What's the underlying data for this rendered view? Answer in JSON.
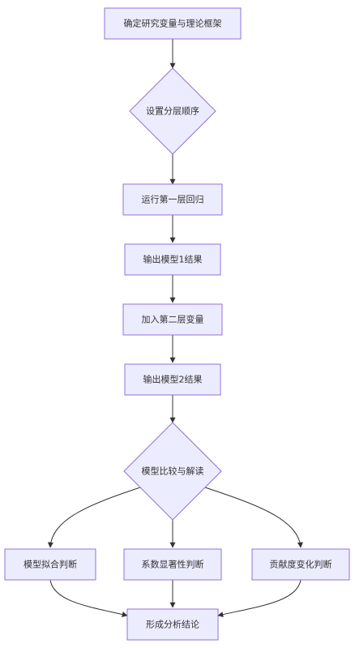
{
  "nodes": {
    "n1": "确定研究变量与理论框架",
    "n2": "设置分层顺序",
    "n3": "运行第一层回归",
    "n4": "输出模型1结果",
    "n5": "加入第二层变量",
    "n6": "输出模型2结果",
    "n7": "模型比较与解读",
    "n8": "模型拟合判断",
    "n9": "系数显著性判断",
    "n10": "贡献度变化判断",
    "n11": "形成分析结论"
  },
  "colors": {
    "node_fill": "#ececff",
    "node_stroke": "#9370db",
    "edge": "#333333",
    "text": "#333333"
  }
}
